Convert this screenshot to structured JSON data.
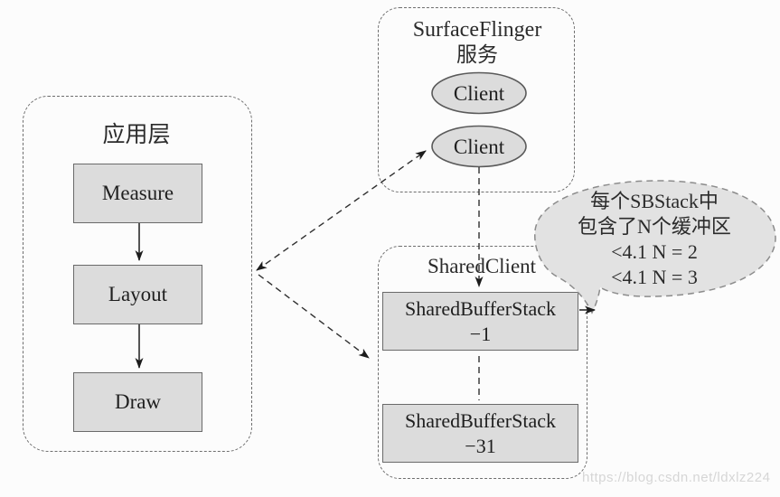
{
  "app_layer": {
    "title": "应用层",
    "nodes": [
      "Measure",
      "Layout",
      "Draw"
    ]
  },
  "surface_flinger": {
    "title_line1": "SurfaceFlinger",
    "title_line2": "服务",
    "clients": [
      "Client",
      "Client"
    ]
  },
  "shared_client": {
    "title": "SharedClient",
    "stacks": [
      {
        "line1": "SharedBufferStack",
        "line2": "−1"
      },
      {
        "line1": "SharedBufferStack",
        "line2": "−31"
      }
    ]
  },
  "callout": {
    "line1": "每个SBStack中",
    "line2": "包含了N个缓冲区",
    "line3": "<4.1 N = 2",
    "line4": "<4.1 N = 3"
  },
  "watermark": "https://blog.csdn.net/ldxlz224",
  "colors": {
    "node_fill": "#dcdcdc",
    "node_border": "#6a6a6a",
    "callout_fill": "#e2e2e2",
    "background": "#fcfcfc"
  }
}
